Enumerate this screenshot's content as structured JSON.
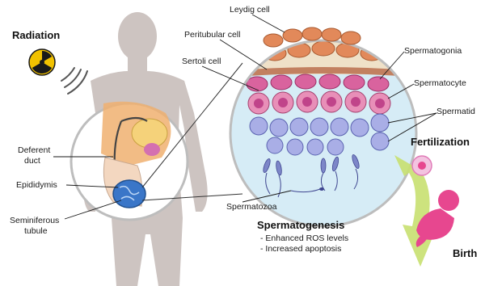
{
  "labels": {
    "radiation": "Radiation",
    "leydig": "Leydig cell",
    "peritubular": "Peritubular cell",
    "sertoli": "Sertoli cell",
    "spermatogonia": "Spermatogonia",
    "spermatocyte": "Spermatocyte",
    "spermatid": "Spermatid",
    "deferent_line1": "Deferent",
    "deferent_line2": "duct",
    "epididymis": "Epididymis",
    "seminiferous_line1": "Seminiferous",
    "seminiferous_line2": "tubule",
    "spermatozoa": "Spermatozoa",
    "fertilization": "Fertilization",
    "birth": "Birth"
  },
  "spermatogenesis": {
    "title": "Spermatogenesis",
    "effects": [
      "- Enhanced ROS levels",
      "- Increased apoptosis"
    ]
  },
  "icons": {
    "radiation": "radiation-hazard-icon",
    "waves": "radiation-waves-icon",
    "fetus": "fetus-icon",
    "egg": "fertilized-egg-icon"
  },
  "colors": {
    "body_silhouette": "#c9c0bd",
    "radiation_yellow": "#f2c200",
    "tubule_blue": "#3a76c8",
    "spermatogonia": "#d9639e",
    "spermatid": "#8c93d6",
    "leydig": "#e2895a",
    "arrow_green": "#c8e070",
    "fetus_pink": "#e7478f",
    "prostate_orange": "#f0b070"
  }
}
